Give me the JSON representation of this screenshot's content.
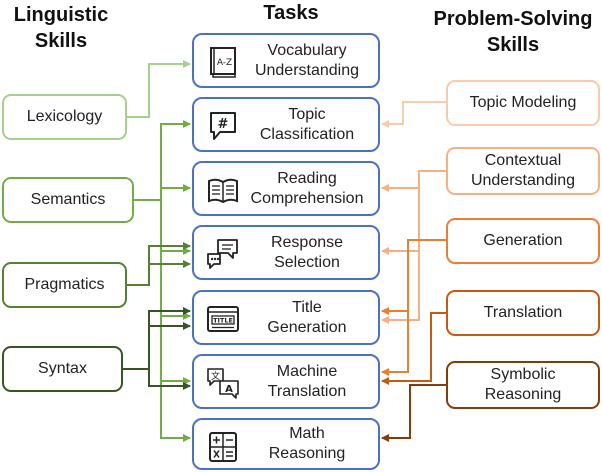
{
  "headers": {
    "linguistic": [
      "Linguistic",
      "Skills"
    ],
    "tasks": "Tasks",
    "problem": [
      "Problem-Solving",
      "Skills"
    ]
  },
  "linguistic_skills": [
    {
      "label": "Lexicology",
      "color": "#a8d08d"
    },
    {
      "label": "Semantics",
      "color": "#70ad47"
    },
    {
      "label": "Pragmatics",
      "color": "#548235"
    },
    {
      "label": "Syntax",
      "color": "#375623"
    }
  ],
  "tasks": [
    {
      "lines": [
        "Vocabulary",
        "Understanding"
      ],
      "icon": "dictionary-icon",
      "glyph": "A-Z"
    },
    {
      "lines": [
        "Topic",
        "Classification"
      ],
      "icon": "hashtag-chat-icon",
      "glyph": "#"
    },
    {
      "lines": [
        "Reading",
        "Comprehension"
      ],
      "icon": "open-book-icon"
    },
    {
      "lines": [
        "Response",
        "Selection"
      ],
      "icon": "chat-bubbles-icon"
    },
    {
      "lines": [
        "Title",
        "Generation"
      ],
      "icon": "title-window-icon",
      "glyph": "TITLE"
    },
    {
      "lines": [
        "Machine",
        "Translation"
      ],
      "icon": "translate-icon",
      "glyph": [
        "文",
        "A"
      ]
    },
    {
      "lines": [
        "Math",
        "Reasoning"
      ],
      "icon": "calculator-icon"
    }
  ],
  "problem_solving_skills": [
    {
      "lines": [
        "Topic Modeling"
      ],
      "color": "#f8cbad"
    },
    {
      "lines": [
        "Contextual",
        "Understanding"
      ],
      "color": "#f4b183"
    },
    {
      "lines": [
        "Generation"
      ],
      "color": "#ed7d31"
    },
    {
      "lines": [
        "Translation"
      ],
      "color": "#c55a11"
    },
    {
      "lines": [
        "Symbolic",
        "Reasoning"
      ],
      "color": "#843c0c"
    }
  ],
  "colors": {
    "task_border": "#4a72c4"
  }
}
